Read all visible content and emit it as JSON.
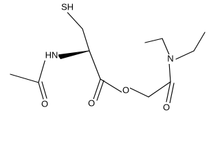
{
  "diagram": {
    "type": "skeletal-formula",
    "atoms": {
      "sh": "SH",
      "nh": "HN",
      "o_acetyl": "O",
      "o_ester_carbonyl": "O",
      "o_ester": "O",
      "n_amide": "N",
      "o_amide": "O"
    },
    "colors": {
      "bond": "#000000",
      "background": "#ffffff"
    }
  }
}
